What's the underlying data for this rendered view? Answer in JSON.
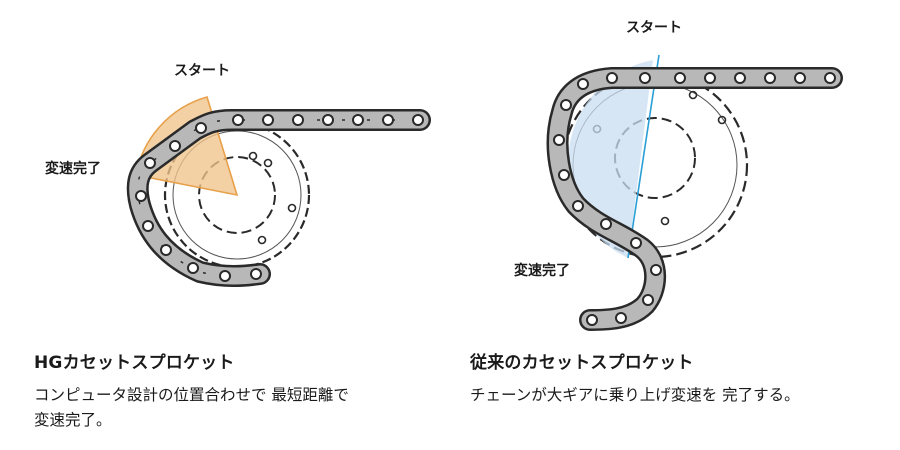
{
  "left_panel": {
    "start_label": "スタート",
    "finish_label": "変速完了",
    "title": "HGカセットスプロケット",
    "description_line1": "コンピュータ設計の位置合わせで 最短距離で",
    "description_line2": "変速完了。"
  },
  "right_panel": {
    "start_label": "スタート",
    "finish_label": "変速完了",
    "title": "従来のカセットスプロケット",
    "description": "チェーンが大ギアに乗り上げ変速を 完了する。"
  },
  "colors": {
    "left_highlight": "#f0c48a",
    "left_highlight_edge": "#e8a04a",
    "right_highlight": "#c9def0",
    "right_highlight_edge": "#2a9fd6",
    "chain_plate": "#b8b8b8",
    "chain_outline": "#2a2a2a"
  }
}
